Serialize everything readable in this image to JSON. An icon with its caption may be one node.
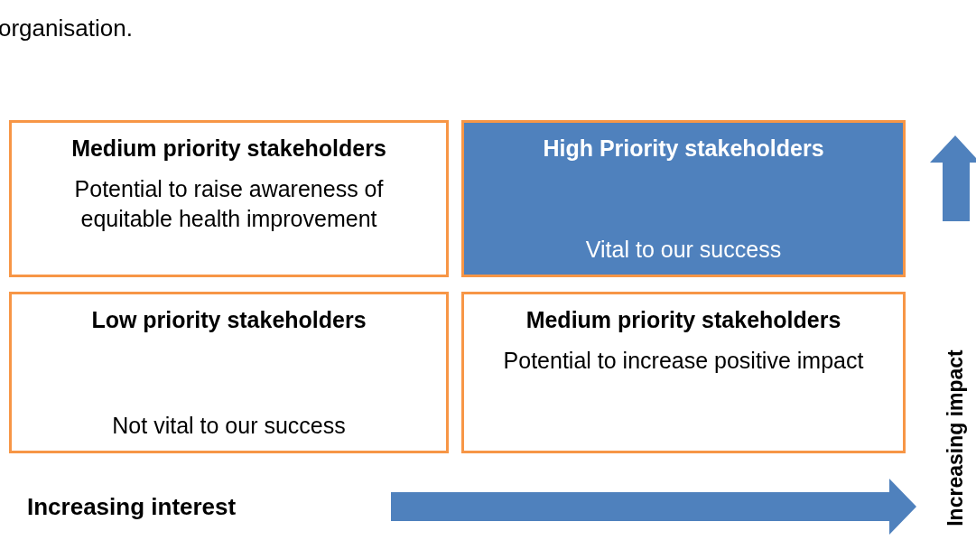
{
  "diagram": {
    "nodes": [
      {
        "text": [
          "Medium priority stakeholders",
          "Potential to raise awareness of equitable health improvement"
        ]
      },
      {
        "text": [
          "High Priority stakeholders",
          "Vital to our success"
        ]
      },
      {
        "text": [
          "Low priority stakeholders",
          "Not vital to our success"
        ]
      },
      {
        "text": [
          "Medium priority stakeholders",
          "Potential to increase positive impact"
        ]
      }
    ],
    "edges": [],
    "labels": [
      "organisation.",
      "Increasing interest",
      "Increasing impact"
    ]
  }
}
